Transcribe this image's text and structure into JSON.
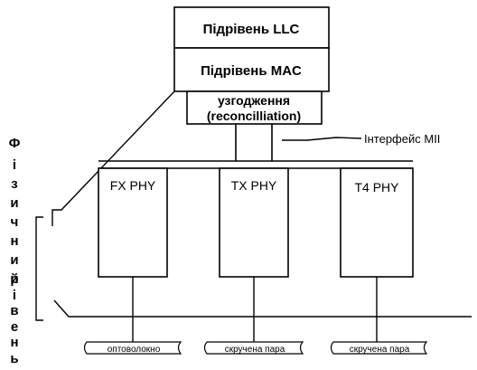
{
  "layers": {
    "llc": "Підрівень LLC",
    "mac": "Підрівень MAC",
    "reconciliation_line1": "узгодження",
    "reconciliation_line2": "(reconcilliation)"
  },
  "interface_label": "Інтерфейс MII",
  "phy": {
    "fx": "FX PHY",
    "tx": "TX PHY",
    "t4": "T4 PHY"
  },
  "media": {
    "fiber": "оптоволокно",
    "twisted_pair_1": "скручена пара",
    "twisted_pair_2": "скручена пара"
  },
  "physical_layer_letters": [
    "Ф",
    "і",
    "з",
    "и",
    "ч",
    "н",
    "и",
    "й",
    "",
    "р",
    "і",
    "в",
    "е",
    "н",
    "ь"
  ]
}
